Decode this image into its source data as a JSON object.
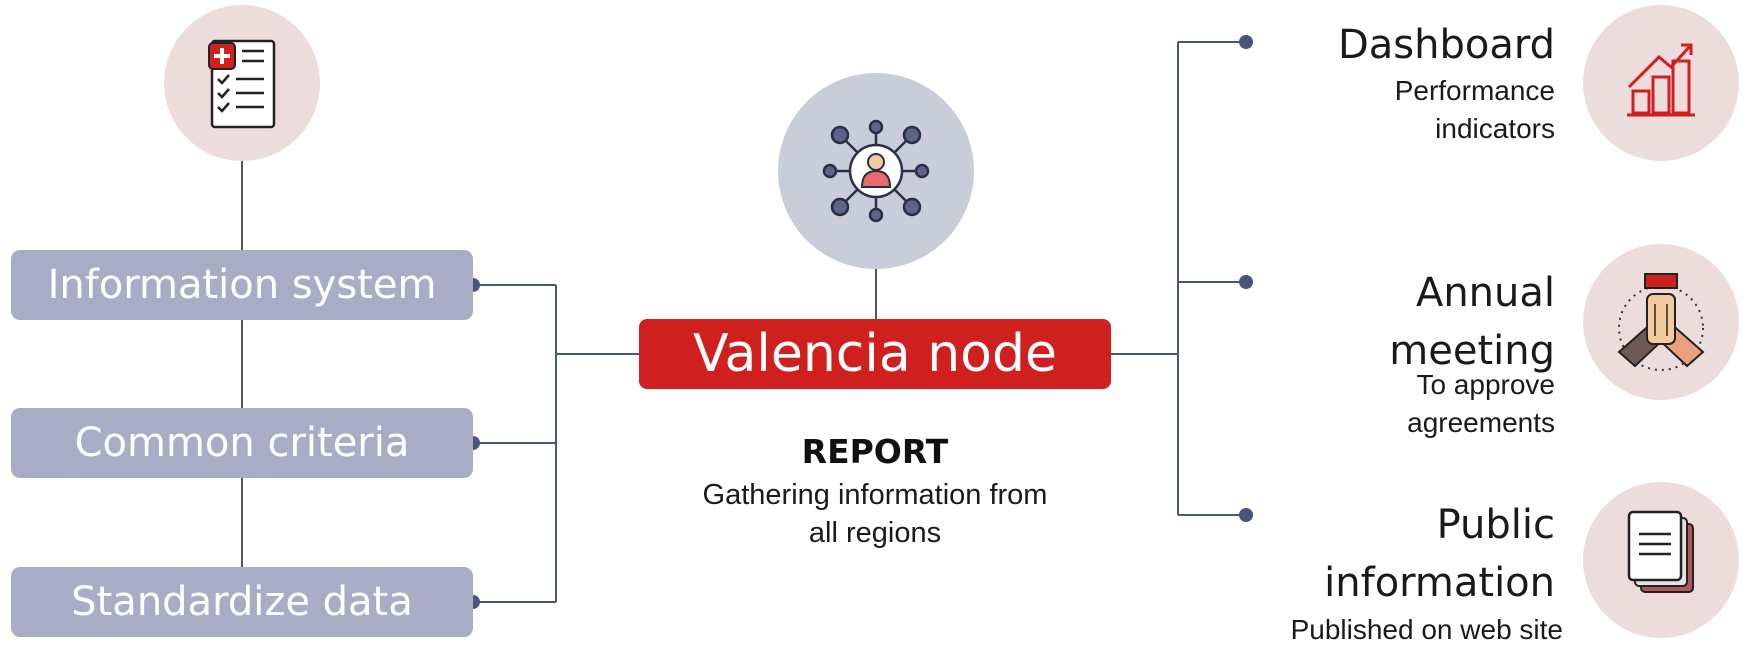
{
  "left_boxes": [
    "Information system",
    "Common criteria",
    "Standardize data"
  ],
  "center": {
    "node_label": "Valencia node",
    "report_title": "REPORT",
    "report_line1": "Gathering information from",
    "report_line2": "all regions"
  },
  "right_items": [
    {
      "title_line1": "Dashboard",
      "sub_line1": "Performance",
      "sub_line2": "indicators"
    },
    {
      "title_line1": "Annual",
      "title_line2": "meeting",
      "sub_line1": "To approve",
      "sub_line2": "agreements"
    },
    {
      "title_line1": "Public",
      "title_line2": "information",
      "sub_line1": "Published on web site"
    }
  ],
  "icons": {
    "left": "medical-checklist-icon",
    "center": "network-person-icon",
    "right": [
      "growth-chart-icon",
      "hands-together-icon",
      "documents-icon"
    ]
  },
  "colors": {
    "accent_red": "#d01f1f",
    "box_gray": "#a8adc5",
    "line_navy": "#4a5578",
    "circle_pink": "#ecdcdc",
    "circle_gray": "#c9ccd9"
  }
}
